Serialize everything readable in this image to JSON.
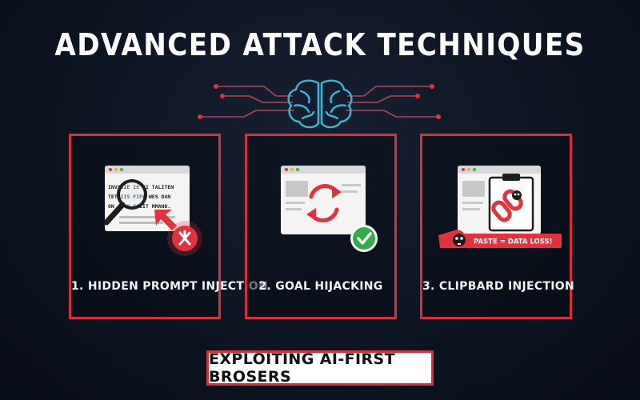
{
  "title": "ADVANCED ATTACK TECHNIQUES",
  "center_icon": "brain-circuit-icon",
  "cards": [
    {
      "label": "1. HIDDEN PROMPT INJECTION",
      "icon": "magnifier-hidden-text-icon",
      "doc_lines": [
        "INVSSIE IE II  TALITEN",
        "TET  IIS FIFE  WES DAN",
        "ON AI  Y COIIT MMAND."
      ]
    },
    {
      "label": "2. GOAL HIJACKING",
      "icon": "refresh-arrows-icon"
    },
    {
      "label": "3. CLIPBARD INJECTION",
      "icon": "clipboard-chain-icon",
      "warning": "PASTE = DATA LOSS!"
    }
  ],
  "footer": "EXPLOITING AI-FIRST BROSERS",
  "colors": {
    "accent": "#d8303a",
    "brain": "#3fb6d8",
    "background": "#0d1422",
    "success": "#2fae48"
  }
}
